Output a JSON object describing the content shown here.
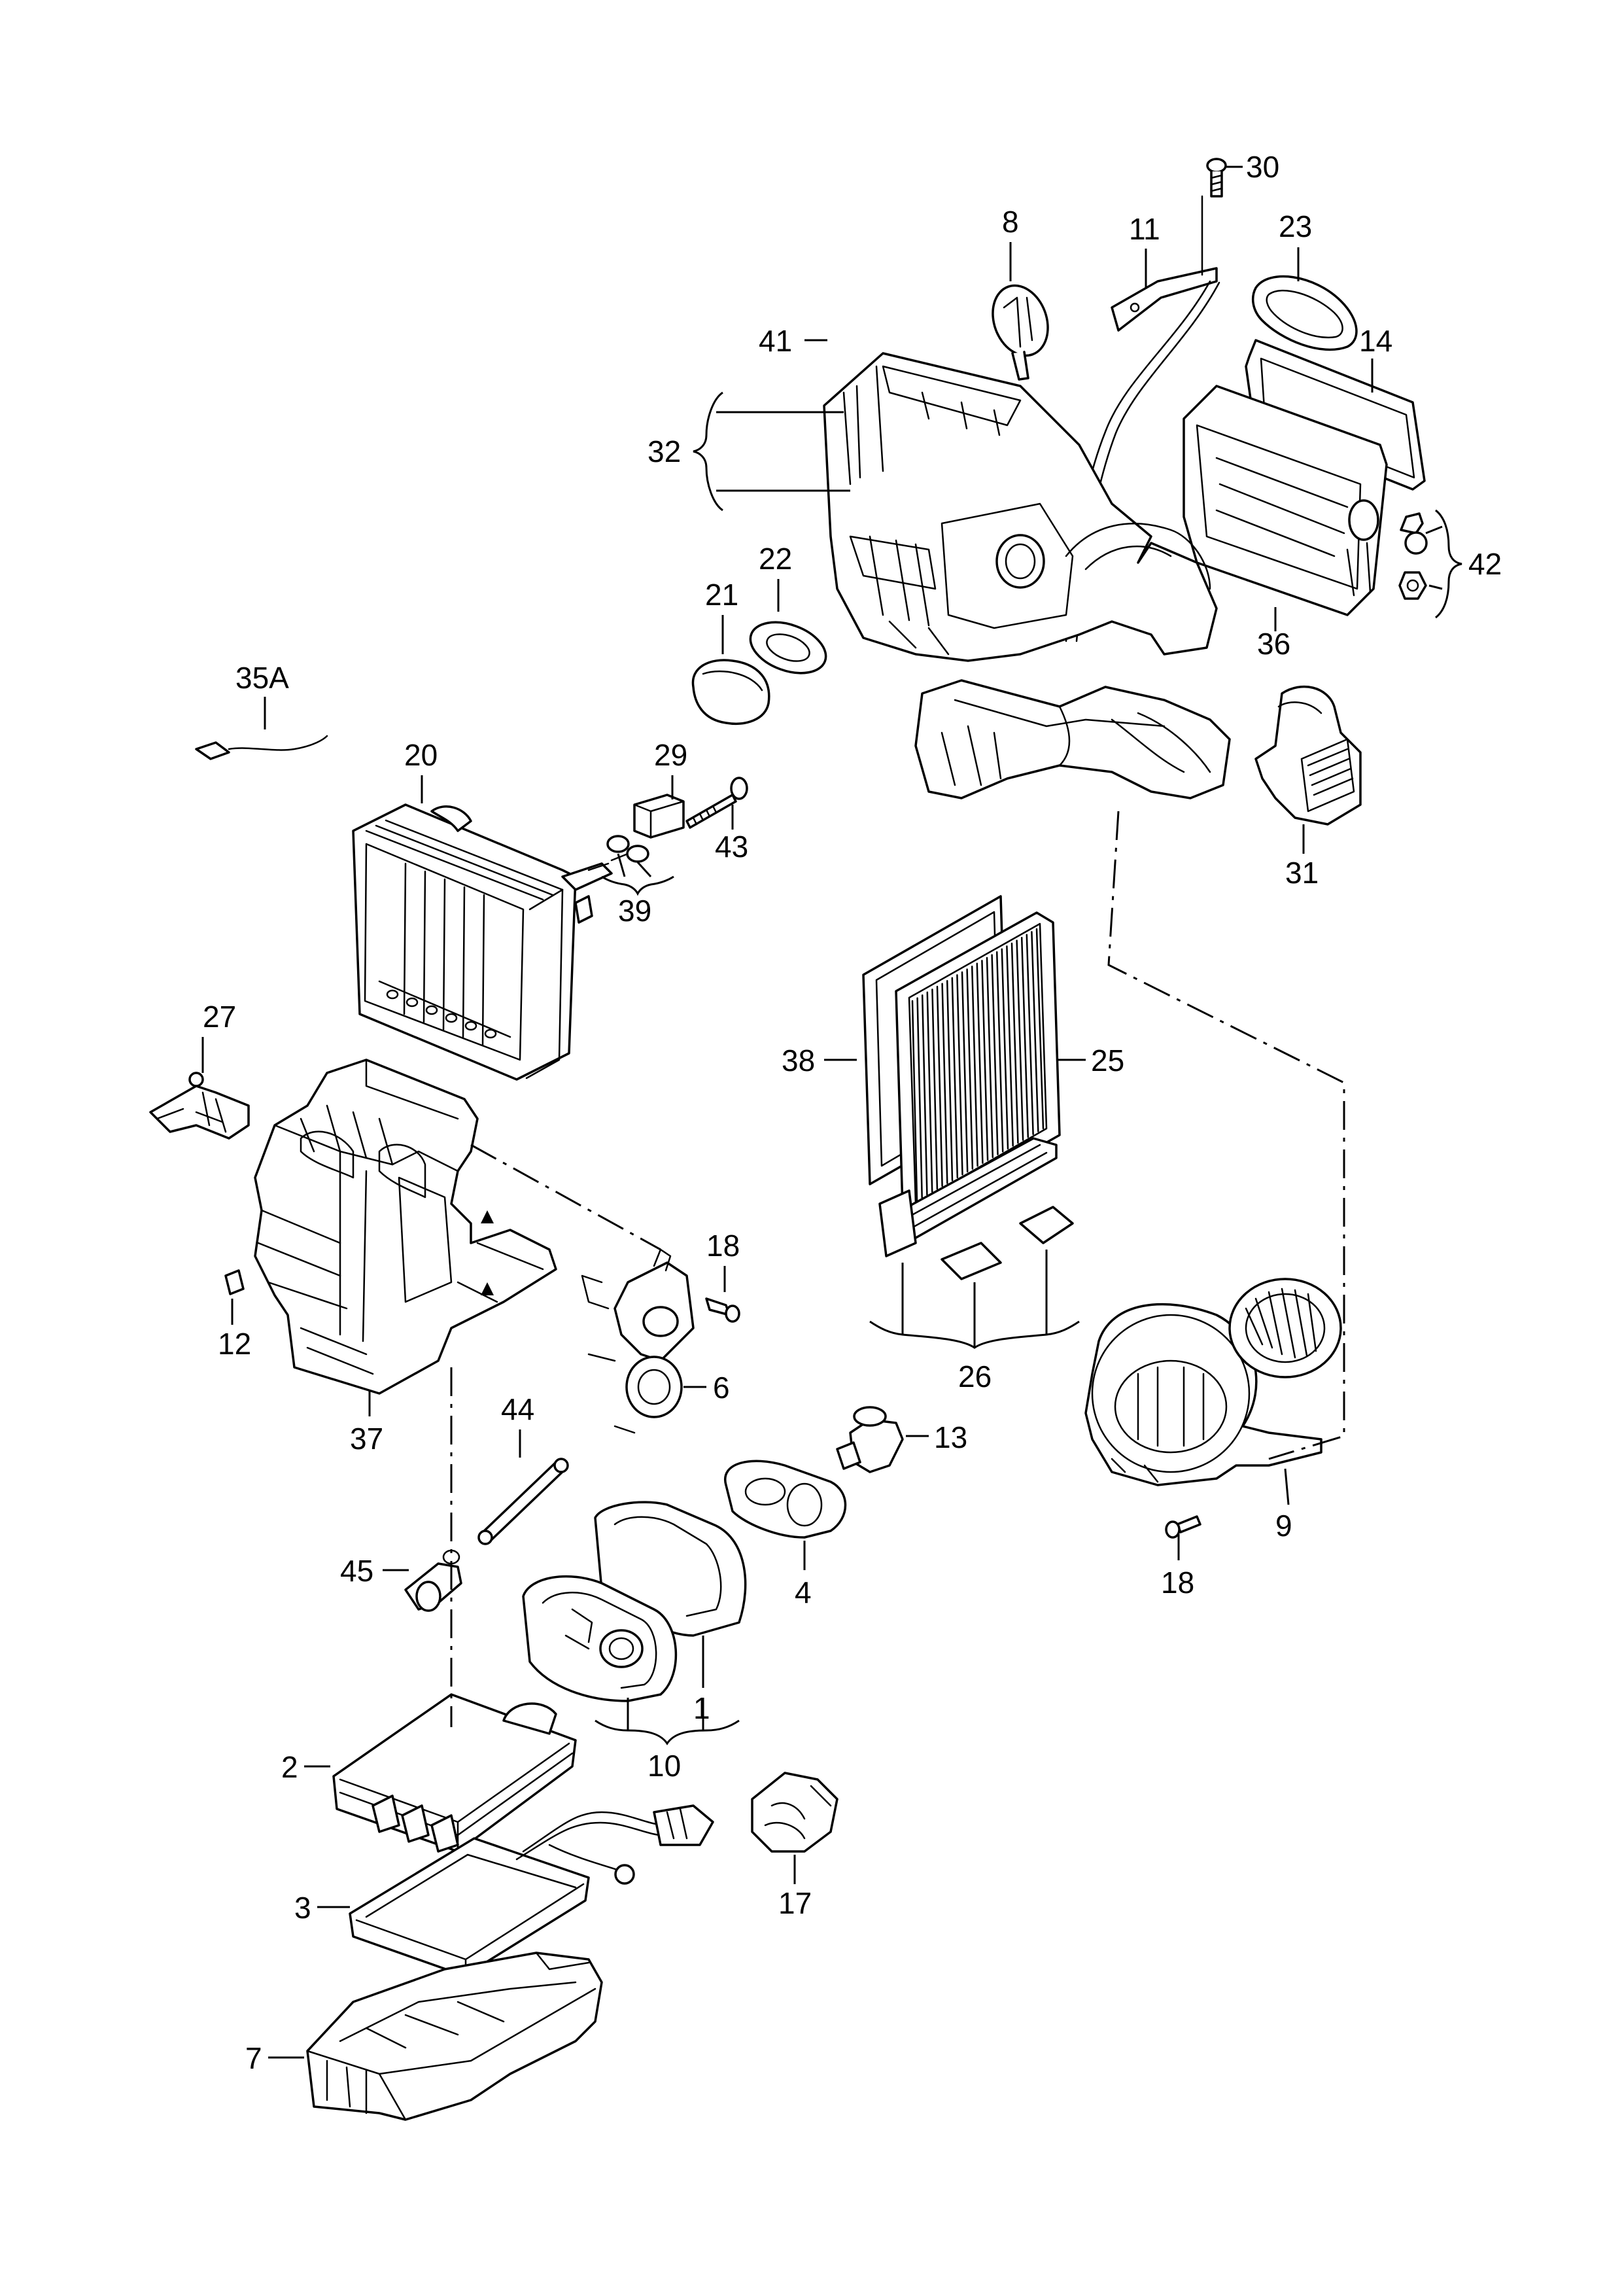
{
  "diagram": {
    "callouts": [
      {
        "id": "c30",
        "text": "30"
      },
      {
        "id": "c8",
        "text": "8"
      },
      {
        "id": "c11",
        "text": "11"
      },
      {
        "id": "c23",
        "text": "23"
      },
      {
        "id": "c41",
        "text": "41"
      },
      {
        "id": "c14",
        "text": "14"
      },
      {
        "id": "c32",
        "text": "32"
      },
      {
        "id": "c42",
        "text": "42"
      },
      {
        "id": "c22",
        "text": "22"
      },
      {
        "id": "c21",
        "text": "21"
      },
      {
        "id": "c36",
        "text": "36"
      },
      {
        "id": "c35a",
        "text": "35A"
      },
      {
        "id": "c20",
        "text": "20"
      },
      {
        "id": "c29",
        "text": "29"
      },
      {
        "id": "c43",
        "text": "43"
      },
      {
        "id": "c39",
        "text": "39"
      },
      {
        "id": "c31",
        "text": "31"
      },
      {
        "id": "c27",
        "text": "27"
      },
      {
        "id": "c38",
        "text": "38"
      },
      {
        "id": "c25",
        "text": "25"
      },
      {
        "id": "c18a",
        "text": "18"
      },
      {
        "id": "c12",
        "text": "12"
      },
      {
        "id": "c6",
        "text": "6"
      },
      {
        "id": "c26",
        "text": "26"
      },
      {
        "id": "c37",
        "text": "37"
      },
      {
        "id": "c44",
        "text": "44"
      },
      {
        "id": "c13",
        "text": "13"
      },
      {
        "id": "c9",
        "text": "9"
      },
      {
        "id": "c45",
        "text": "45"
      },
      {
        "id": "c4",
        "text": "4"
      },
      {
        "id": "c18b",
        "text": "18"
      },
      {
        "id": "c1",
        "text": "1"
      },
      {
        "id": "c10",
        "text": "10"
      },
      {
        "id": "c2",
        "text": "2"
      },
      {
        "id": "c17",
        "text": "17"
      },
      {
        "id": "c3",
        "text": "3"
      },
      {
        "id": "c7",
        "text": "7"
      }
    ]
  }
}
